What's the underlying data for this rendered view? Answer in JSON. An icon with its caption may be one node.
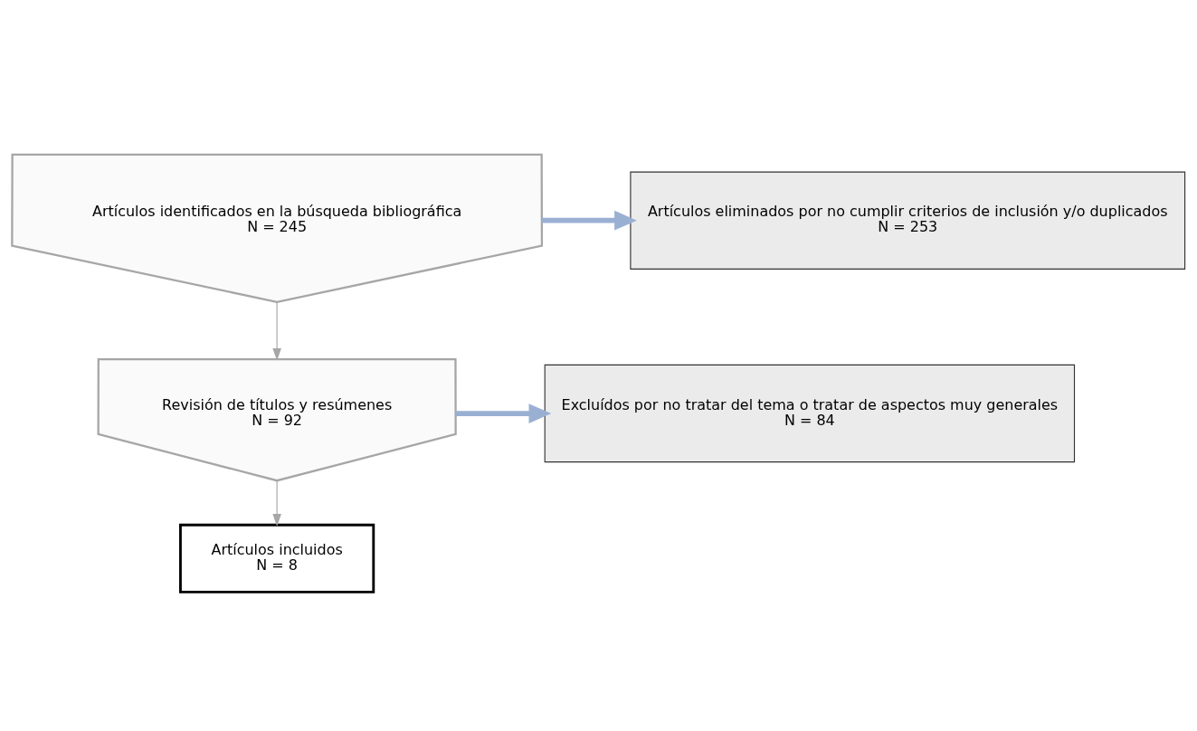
{
  "diagram": {
    "nodes": [
      {
        "text": [
          "Artículos identificados en la búsqueda bibliográfica",
          "N = 245"
        ]
      },
      {
        "text": [
          "Artículos eliminados por no cumplir criterios de inclusión y/o duplicados",
          "N = 253"
        ]
      },
      {
        "text": [
          "Revisión de títulos y resúmenes",
          "N = 92"
        ]
      },
      {
        "text": [
          "Excluídos por no tratar del tema o tratar de aspectos muy generales",
          "N = 84"
        ]
      },
      {
        "text": [
          "Artículos incluidos",
          "N = 8"
        ]
      }
    ],
    "edges": [
      {
        "from": 0,
        "to": 1,
        "arrow": "to",
        "style": "thick",
        "color": "#9ab0d3"
      },
      {
        "from": 0,
        "to": 2,
        "arrow": "to",
        "color": "#a6a6a6"
      },
      {
        "from": 2,
        "to": 3,
        "arrow": "to",
        "style": "thick",
        "color": "#9ab0d3"
      },
      {
        "from": 2,
        "to": 4,
        "arrow": "to",
        "color": "#a6a6a6"
      }
    ]
  }
}
